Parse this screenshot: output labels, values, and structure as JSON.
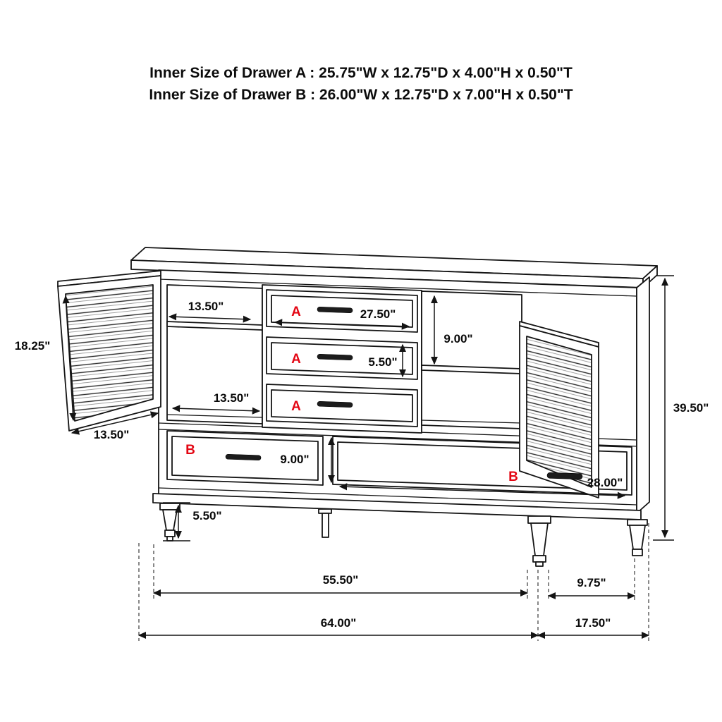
{
  "title": {
    "line1": "Inner Size of Drawer A : 25.75\"W x 12.75\"D x 4.00\"H x 0.50\"T",
    "line2": "Inner Size of Drawer B : 26.00\"W x 12.75\"D x 7.00\"H x 0.50\"T"
  },
  "labels": {
    "drawer_a": "A",
    "drawer_b": "B"
  },
  "dims": {
    "shelf_depth": "13.50\"",
    "left_door_height": "18.25\"",
    "drawer_a_width": "27.50\"",
    "right_opening_height": "9.00\"",
    "drawer_a_height": "5.50\"",
    "left_opening_width": "13.50\"",
    "left_door_width": "13.50\"",
    "overall_height": "39.50\"",
    "drawer_b_height": "9.00\"",
    "drawer_b_width": "28.00\"",
    "leg_height": "5.50\"",
    "front_width_legs": "55.50\"",
    "side_depth_legs": "9.75\"",
    "overall_width": "64.00\"",
    "overall_depth": "17.50\""
  },
  "colors": {
    "accent_red": "#e30613",
    "line": "#141414"
  }
}
